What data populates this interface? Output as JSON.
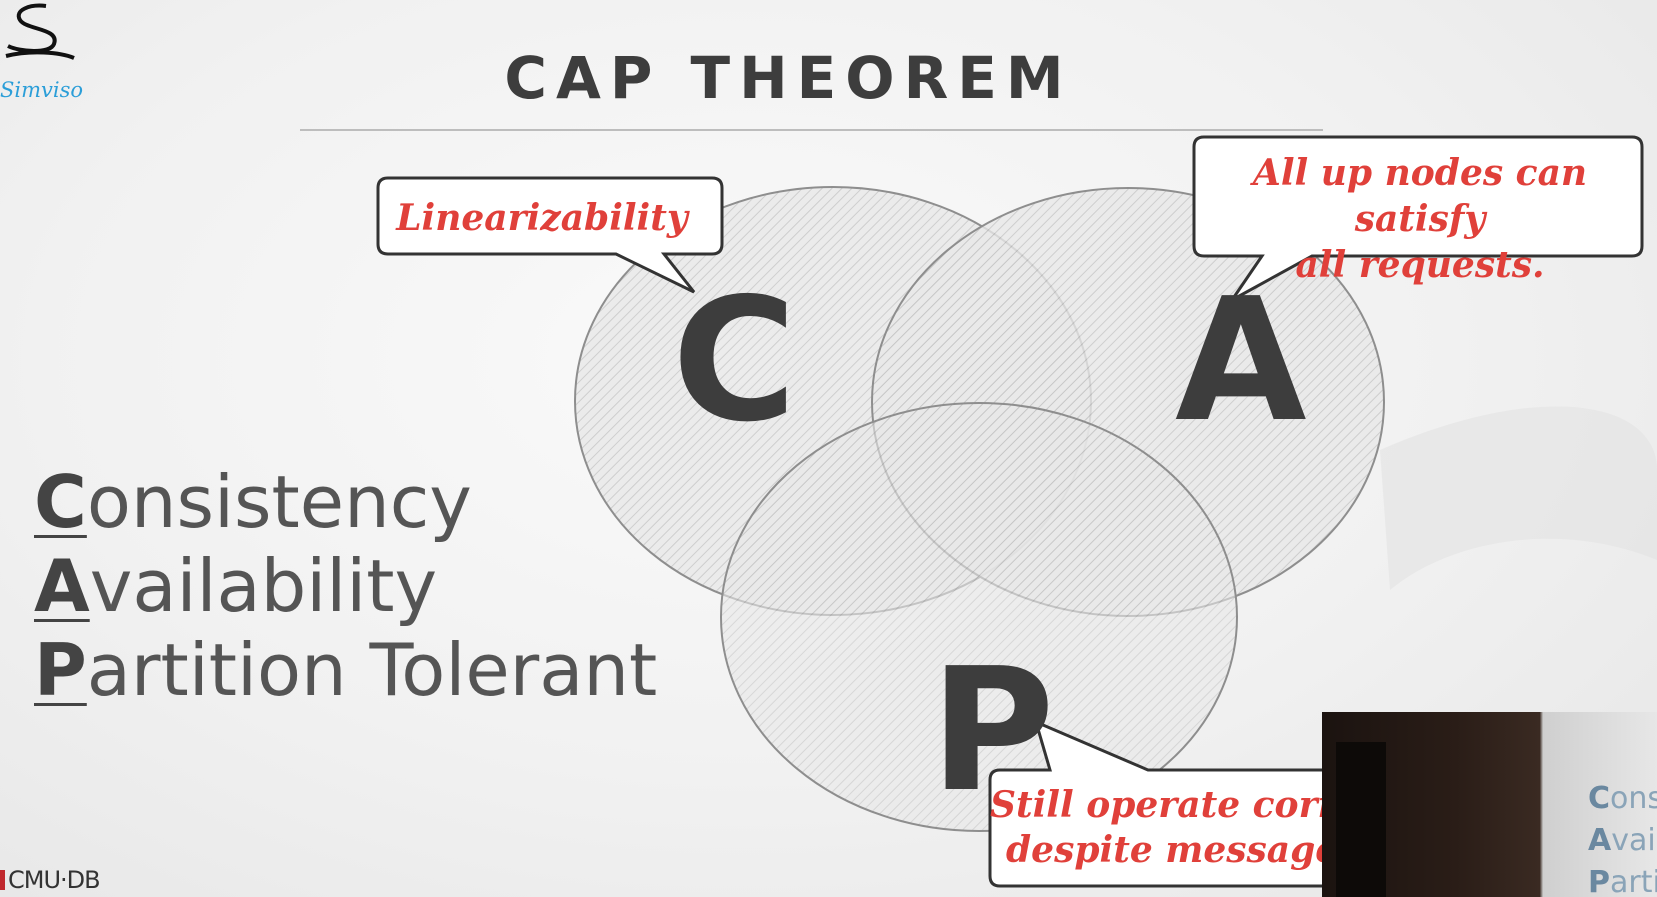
{
  "slide": {
    "title": "CAP THEOREM",
    "logo_text": "Simviso",
    "footer_logo": "CMU·DB"
  },
  "venn": {
    "letters": {
      "c": "C",
      "a": "A",
      "p": "P"
    },
    "callouts": {
      "consistency": "Linearizability",
      "availability_line1": "All up nodes can satisfy",
      "availability_line2": "all requests.",
      "partition_line1": "Still operate corre",
      "partition_line2": "despite message l"
    }
  },
  "cap_list": [
    {
      "initial": "C",
      "rest": "onsistency"
    },
    {
      "initial": "A",
      "rest": "vailability"
    },
    {
      "initial": "P",
      "rest": "artition Tolerant"
    }
  ],
  "webcam": {
    "lines": [
      {
        "initial": "C",
        "rest": "ons"
      },
      {
        "initial": "A",
        "rest": "vail"
      },
      {
        "initial": "P",
        "rest": "arti"
      }
    ]
  },
  "colors": {
    "accent_red": "#e0403a",
    "text_dark": "#3d3d3d",
    "logo_blue": "#2b9ed8"
  }
}
